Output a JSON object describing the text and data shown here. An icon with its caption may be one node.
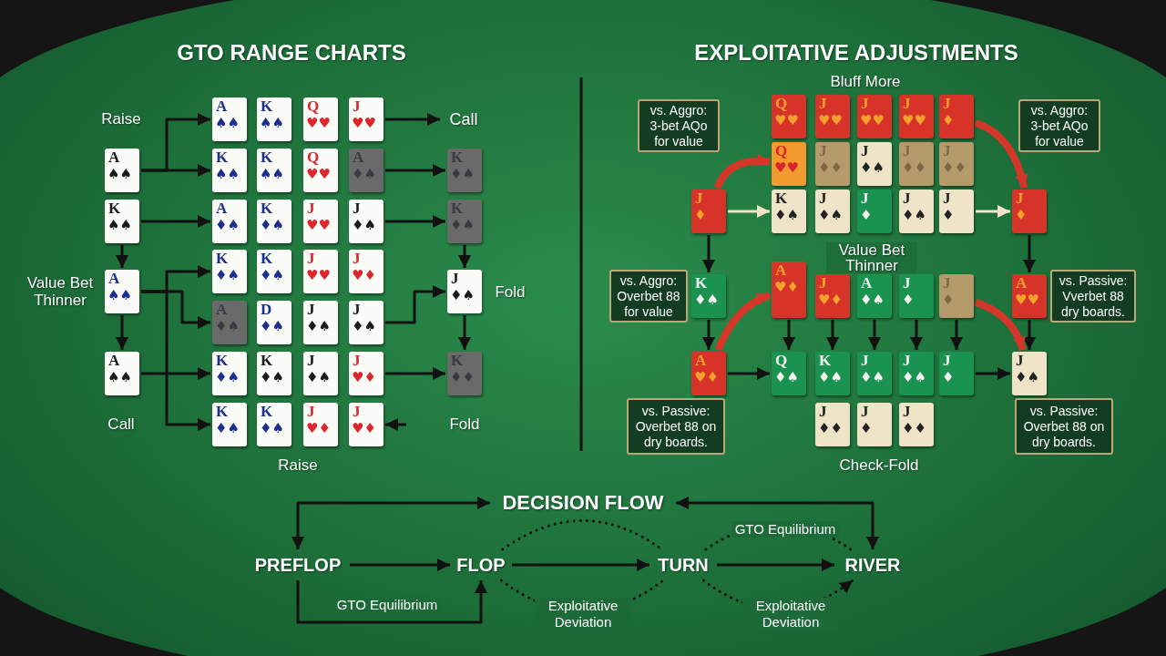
{
  "diagram": {
    "nodes": [
      {
        "text": [
          "A",
          "♠♠"
        ]
      },
      {
        "text": [
          "K",
          "♠♠"
        ]
      },
      {
        "text": [
          "Q",
          "♥♥"
        ]
      },
      {
        "text": [
          "J",
          "♥♥"
        ]
      },
      {
        "text": [
          "Call"
        ]
      },
      {
        "text": [
          "A",
          "♠♠"
        ]
      },
      {
        "text": [
          "K",
          "♠♠"
        ]
      },
      {
        "text": [
          "K",
          "♠♠"
        ]
      },
      {
        "text": [
          "Q",
          "♥♥"
        ]
      },
      {
        "text": [
          "A",
          "♦♠"
        ]
      },
      {
        "text": [
          "K",
          "♦♠"
        ]
      },
      {
        "text": [
          "K",
          "♠♠"
        ]
      },
      {
        "text": [
          "A",
          "♦♠"
        ]
      },
      {
        "text": [
          "K",
          "♦♠"
        ]
      },
      {
        "text": [
          "J",
          "♥♥"
        ]
      },
      {
        "text": [
          "J",
          "♦♠"
        ]
      },
      {
        "text": [
          "K",
          "♦♠"
        ]
      },
      {
        "text": [
          "K",
          "♦♠"
        ]
      },
      {
        "text": [
          "K",
          "♦♠"
        ]
      },
      {
        "text": [
          "J",
          "♥♥"
        ]
      },
      {
        "text": [
          "J",
          "♥♦"
        ]
      },
      {
        "text": [
          "A",
          "♠♠"
        ],
        "beside": [
          "Value Bet Thinner"
        ]
      },
      {
        "text": [
          "J",
          "♦♠"
        ],
        "beside": [
          "Fold"
        ]
      },
      {
        "text": [
          "A",
          "♦♠"
        ]
      },
      {
        "text": [
          "D",
          "♦♠"
        ]
      },
      {
        "text": [
          "J",
          "♦♠"
        ]
      },
      {
        "text": [
          "J",
          "♦♠"
        ]
      },
      {
        "text": [
          "A",
          "♠♠"
        ]
      },
      {
        "text": [
          "K",
          "♦♠"
        ]
      },
      {
        "text": [
          "K",
          "♦♠"
        ]
      },
      {
        "text": [
          "J",
          "♦♠"
        ]
      },
      {
        "text": [
          "J",
          "♥♦"
        ]
      },
      {
        "text": [
          "K",
          "♦♦"
        ]
      },
      {
        "text": [
          "K",
          "♦♠"
        ]
      },
      {
        "text": [
          "K",
          "♦♠"
        ]
      },
      {
        "text": [
          "J",
          "♥♦"
        ]
      },
      {
        "text": [
          "J",
          "♥♦"
        ]
      },
      {
        "text": [
          "vs. Aggro: 3-bet AQo for value"
        ]
      },
      {
        "text": [
          "Q",
          "♥♥"
        ]
      },
      {
        "text": [
          "J",
          "♥♥"
        ]
      },
      {
        "text": [
          "J",
          "♥♥"
        ]
      },
      {
        "text": [
          "J",
          "♥♥"
        ]
      },
      {
        "text": [
          "J",
          "♦"
        ]
      },
      {
        "text": [
          "vs. Aggro: 3-bet AQo for value"
        ]
      },
      {
        "text": [
          "Q",
          "♥♥"
        ]
      },
      {
        "text": [
          "J",
          "♦♦"
        ]
      },
      {
        "text": [
          "J",
          "♦♠"
        ]
      },
      {
        "text": [
          "J",
          "♦♦"
        ]
      },
      {
        "text": [
          "J",
          "♦♦"
        ]
      },
      {
        "text": [
          "J",
          "♦"
        ]
      },
      {
        "text": [
          "K",
          "♦♠"
        ]
      },
      {
        "text": [
          "J",
          "♦♠"
        ]
      },
      {
        "text": [
          "J",
          "♦"
        ]
      },
      {
        "text": [
          "J",
          "♦♠"
        ]
      },
      {
        "text": [
          "J",
          "♦"
        ]
      },
      {
        "text": [
          "J",
          "♦"
        ]
      },
      {
        "text": [
          "vs. Aggro: Overbet 88 for value"
        ]
      },
      {
        "text": [
          "K",
          "♦♠"
        ]
      },
      {
        "text": [
          "A",
          "♥♦"
        ]
      },
      {
        "text": [
          "J",
          "♥♦"
        ]
      },
      {
        "text": [
          "A",
          "♦♠"
        ]
      },
      {
        "text": [
          "J",
          "♦"
        ]
      },
      {
        "text": [
          "J",
          "♦"
        ]
      },
      {
        "text": [
          "A",
          "♥♥"
        ]
      },
      {
        "text": [
          "vs. Passive: Vverbet 88 dry boards."
        ]
      },
      {
        "text": [
          "A",
          "♥♦"
        ]
      },
      {
        "text": [
          "Q",
          "♦♠"
        ]
      },
      {
        "text": [
          "K",
          "♦♠"
        ]
      },
      {
        "text": [
          "J",
          "♦♠"
        ]
      },
      {
        "text": [
          "J",
          "♦♠"
        ]
      },
      {
        "text": [
          "J",
          "♦"
        ]
      },
      {
        "text": [
          "J",
          "♦♠"
        ]
      },
      {
        "text": [
          "vs. Passive: Overbet 88 on dry boards."
        ]
      },
      {
        "text": [
          "vs. Passive: Overbet 88 on dry boards."
        ]
      },
      {
        "text": [
          "J",
          "♦♦"
        ]
      },
      {
        "text": [
          "J",
          "♦"
        ]
      },
      {
        "text": [
          "J",
          "♦♦"
        ]
      },
      {
        "text": [
          "DECISION FLOW"
        ]
      },
      {
        "text": [
          "PREFLOP"
        ]
      },
      {
        "text": [
          "FLOP"
        ]
      },
      {
        "text": [
          "TURN"
        ]
      },
      {
        "text": [
          "RIVER"
        ]
      }
    ],
    "edges": [
      {
        "from": 5,
        "to": 0,
        "arrow": "to"
      },
      {
        "from": 5,
        "to": 6,
        "arrow": "to"
      },
      {
        "from": 11,
        "to": 12,
        "arrow": "to"
      },
      {
        "from": 11,
        "to": 21,
        "arrow": "to"
      },
      {
        "from": 21,
        "to": 23,
        "arrow": "to"
      },
      {
        "from": 21,
        "to": 17,
        "arrow": "to"
      },
      {
        "from": 21,
        "to": 33,
        "arrow": "to"
      },
      {
        "from": 21,
        "to": 27,
        "arrow": "to"
      },
      {
        "from": 27,
        "to": 28,
        "arrow": "to"
      },
      {
        "from": 3,
        "to": 4,
        "arrow": "to"
      },
      {
        "from": 9,
        "to": 10,
        "arrow": "to"
      },
      {
        "from": 15,
        "to": 16,
        "arrow": "to"
      },
      {
        "from": 16,
        "to": 22,
        "arrow": "to"
      },
      {
        "from": 26,
        "to": 22,
        "arrow": "to"
      },
      {
        "from": 22,
        "to": 32,
        "arrow": "to"
      },
      {
        "from": 31,
        "to": 32,
        "arrow": "to"
      },
      {
        "from": null,
        "to": 36,
        "arrow": "to"
      },
      {
        "from": 49,
        "to": 44,
        "arrow": "to",
        "style": "thick",
        "color": "#d4372a"
      },
      {
        "from": 49,
        "to": 50,
        "arrow": "to",
        "color": "#efe4c8"
      },
      {
        "from": 49,
        "to": 57,
        "arrow": "to"
      },
      {
        "from": 57,
        "to": 65,
        "arrow": "to"
      },
      {
        "from": 65,
        "to": 58,
        "arrow": "to",
        "style": "thick",
        "color": "#d4372a"
      },
      {
        "from": 65,
        "to": 66,
        "arrow": "to"
      },
      {
        "from": 42,
        "to": 55,
        "arrow": "to",
        "style": "thick",
        "color": "#d4372a"
      },
      {
        "from": 54,
        "to": 55,
        "arrow": "to",
        "color": "#efe4c8"
      },
      {
        "from": 55,
        "to": 63,
        "arrow": "to"
      },
      {
        "from": 63,
        "to": 71,
        "arrow": "to"
      },
      {
        "from": 62,
        "to": 71,
        "arrow": "to",
        "style": "thick",
        "color": "#d4372a"
      },
      {
        "from": 58,
        "to": 66,
        "arrow": "to"
      },
      {
        "from": 59,
        "to": 67,
        "arrow": "to"
      },
      {
        "from": 60,
        "to": 68,
        "arrow": "to"
      },
      {
        "from": 61,
        "to": 69,
        "arrow": "to"
      },
      {
        "from": 62,
        "to": 70,
        "arrow": "to"
      },
      {
        "from": 70,
        "to": 71,
        "arrow": "to"
      },
      {
        "from": 77,
        "to": 78,
        "arrow": "both"
      },
      {
        "from": 77,
        "to": 81,
        "arrow": "both"
      },
      {
        "from": 78,
        "to": 79,
        "arrow": "to"
      },
      {
        "from": 79,
        "to": 80,
        "arrow": "to"
      },
      {
        "from": 80,
        "to": 81,
        "arrow": "to"
      },
      {
        "from": 78,
        "to": 79,
        "arrow": "to",
        "label": "GTO Equilibrium"
      },
      {
        "from": 79,
        "to": 80,
        "arrow": "none",
        "style": "dashed"
      },
      {
        "from": 79,
        "to": 80,
        "arrow": "none",
        "style": "dashed",
        "label": "Exploitative Deviation"
      },
      {
        "from": 80,
        "to": 81,
        "arrow": "none",
        "style": "dashed",
        "label": "GTO Equilibrium"
      },
      {
        "from": 80,
        "to": 81,
        "arrow": "to",
        "style": "dashed",
        "label": "Exploitative Deviation"
      }
    ],
    "labels": [
      "GTO RANGE CHARTS",
      "EXPLOITATIVE ADJUSTMENTS",
      "Bluff More",
      "Raise",
      "Value Bet Thinner",
      "Call",
      "Fold",
      "Raise",
      "Check-Fold"
    ]
  }
}
